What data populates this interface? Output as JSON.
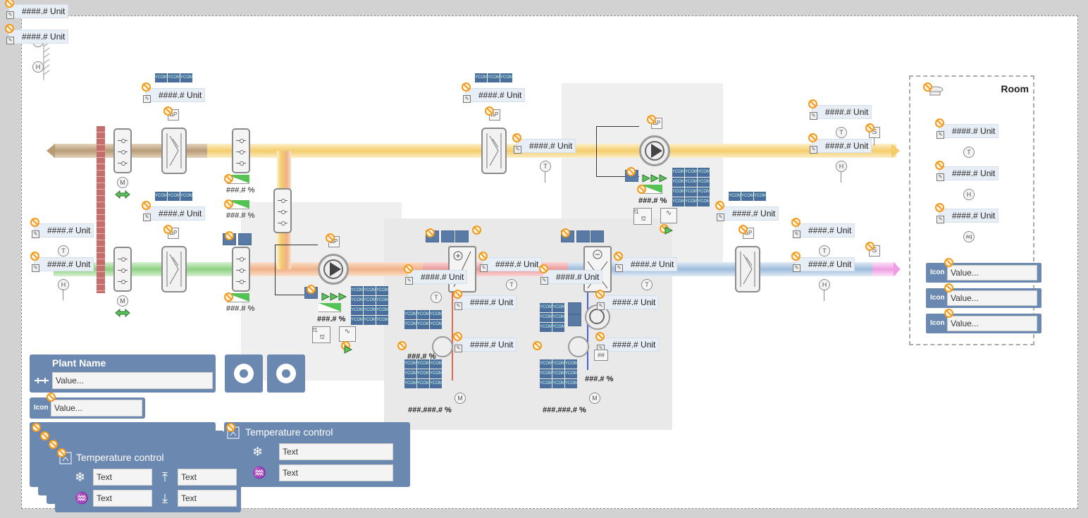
{
  "colors": {
    "exhaust_brown": "#c8b394",
    "supply_yellow": "#f6d98f",
    "outdoor_green": "#a9dba0",
    "mixed_orange": "#f3c29e",
    "return_blue": "#b8cde3",
    "pink": "#f3b8e9",
    "panel_blue": "#6b88b0",
    "brick": "#c77a7a"
  },
  "value_labels": {
    "top_left_1": "####.# Unit",
    "top_left_2": "####.# Unit",
    "exhaust_filter": "####.# Unit",
    "outdoor_filter": "####.# Unit",
    "left_temp": "####.# Unit",
    "left_hum": "####.# Unit",
    "top_mid_filter": "####.# Unit",
    "top_mid_after_filter": "####.# Unit",
    "top_right_1": "####.# Unit",
    "top_right_2": "####.# Unit",
    "mid_heater_1": "####.# Unit",
    "mid_heater_2": "####.# Unit",
    "mid_cooler_1": "####.# Unit",
    "mid_cooler_2": "####.# Unit",
    "heater_sub_1": "####.# Unit",
    "heater_sub_2": "####.# Unit",
    "cooler_sub_1": "####.# Unit",
    "cooler_sub_2": "####.# Unit",
    "right_filter": "####.# Unit",
    "right_temp_1": "####.# Unit",
    "right_temp_2": "####.# Unit",
    "room_1": "####.# Unit",
    "room_2": "####.# Unit",
    "room_3": "####.# Unit"
  },
  "percent_labels": {
    "damper1": "###.# %",
    "damper2": "###.# %",
    "damper3": "###.# %",
    "fan_supply": "###.# %",
    "fan_mixed": "###.# %",
    "heater_valve": "###.###.# %",
    "cooler_valve": "###.###.# %",
    "heater_small": "###.# %",
    "cooler_small": "###.# %"
  },
  "sensor_letters": {
    "t": "T",
    "h": "H",
    "m": "M",
    "s": "S",
    "dp": "ΔP",
    "aq": "aq",
    "f1": "f1",
    "f2": "f2",
    "hash": "##"
  },
  "tile_label": "YCOM",
  "room": {
    "title": "Room",
    "rows": [
      {
        "icon": "Icon",
        "value": "Value..."
      },
      {
        "icon": "Icon",
        "value": "Value..."
      },
      {
        "icon": "Icon",
        "value": "Value..."
      }
    ]
  },
  "plant_panel": {
    "title": "Plant Name",
    "value": "Value..."
  },
  "icon_panel": {
    "icon": "Icon",
    "value": "Value..."
  },
  "temp_control_front": {
    "title": "Temperature control",
    "cool_label": "Text",
    "heat_label": "Text",
    "up_label": "Text",
    "down_label": "Text"
  },
  "temp_control_right": {
    "title": "Temperature control",
    "cool_label": "Text",
    "heat_label": "Text"
  }
}
